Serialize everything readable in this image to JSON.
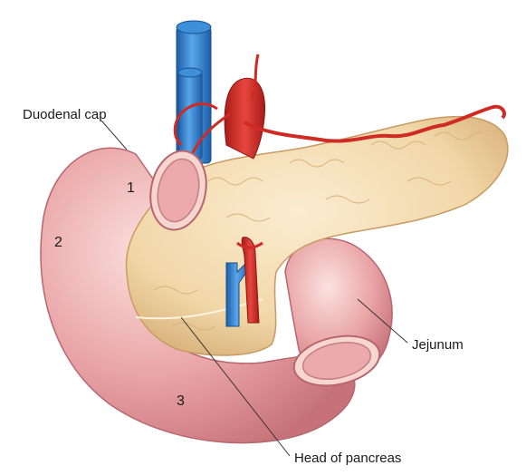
{
  "labels": {
    "duodenal_cap": "Duodenal cap",
    "jejunum": "Jejunum",
    "head_of_pancreas": "Head of pancreas",
    "part_1": "1",
    "part_2": "2",
    "part_3": "3"
  },
  "colors": {
    "duodenum": "#e7a3a3",
    "duodenum_shadow": "#c87478",
    "lumen": "#f4c6c4",
    "pancreas": "#f3dcb0",
    "pancreas_shadow": "#d9b27c",
    "artery": "#d8302a",
    "vein": "#2f86d3",
    "leader_line": "#333333"
  }
}
